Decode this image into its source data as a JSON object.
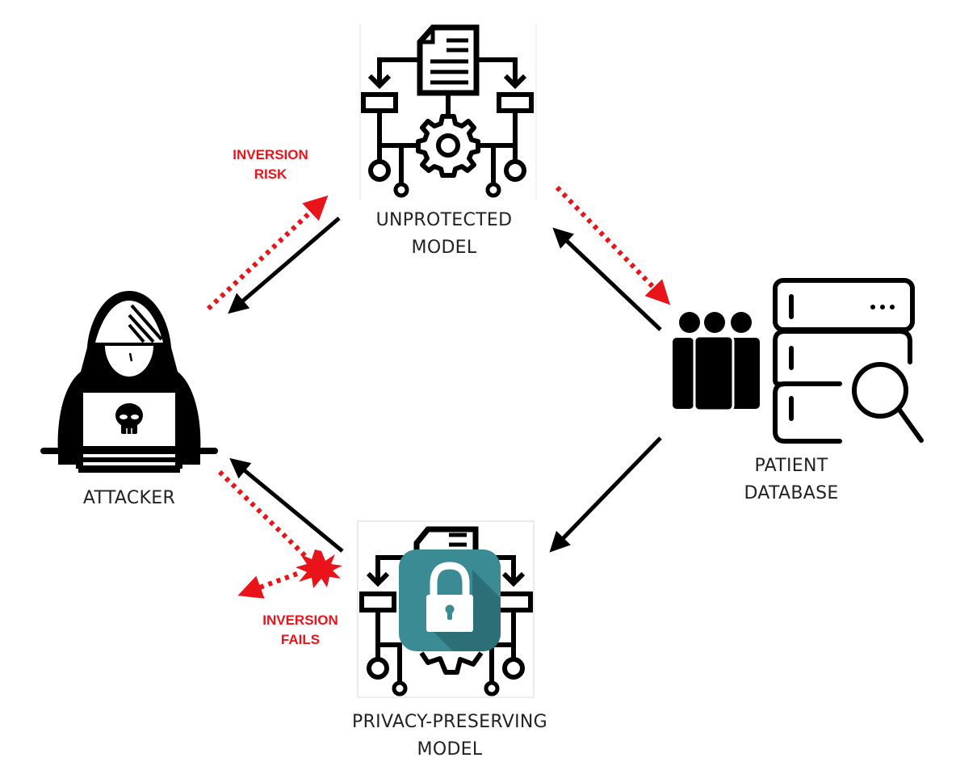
{
  "nodes": {
    "unprotected_model": {
      "label_line1": "UNPROTECTED",
      "label_line2": "MODEL"
    },
    "attacker": {
      "label": "ATTACKER"
    },
    "patient_database": {
      "label_line1": "PATIENT",
      "label_line2": "DATABASE"
    },
    "privacy_model": {
      "label_line1": "PRIVACY-PRESERVING",
      "label_line2": "MODEL"
    }
  },
  "annotations": {
    "inversion_risk": {
      "line1": "INVERSION",
      "line2": "RISK"
    },
    "inversion_fails": {
      "line1": "INVERSION",
      "line2": "FAILS"
    }
  },
  "icons": {
    "unprotected_model": "ml-model-icon",
    "attacker": "hacker-icon",
    "patient_database": "patients-database-search-icon",
    "privacy_model": "locked-model-icon"
  },
  "colors": {
    "attack_red": "#e8141a",
    "flow_black": "#000000",
    "lock_teal": "#3a8b94",
    "lock_shadow": "#2c6f77",
    "label_text": "#222222"
  }
}
